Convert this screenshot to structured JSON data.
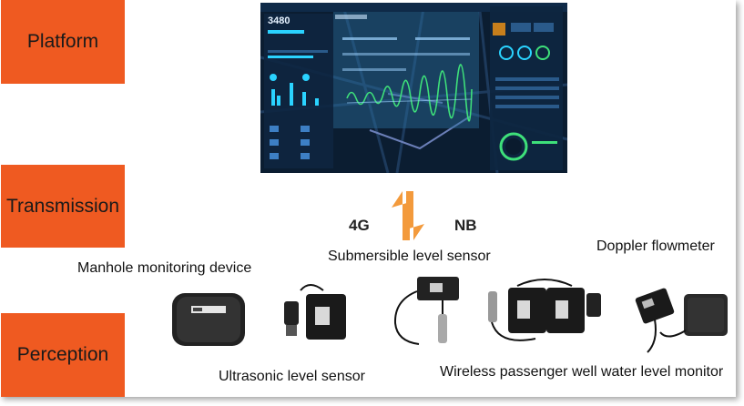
{
  "layers": [
    {
      "label": "Platform"
    },
    {
      "label": "Transmission"
    },
    {
      "label": "Perception"
    }
  ],
  "transmission": {
    "left_protocol": "4G",
    "right_protocol": "NB"
  },
  "dashboard": {
    "headline_value": "3480"
  },
  "devices": {
    "submersible": "Submersible level sensor",
    "doppler": "Doppler flowmeter",
    "manhole": "Manhole monitoring device",
    "ultrasonic": "Ultrasonic level sensor",
    "wireless": "Wireless passenger well water level monitor"
  },
  "colors": {
    "accent": "#ef5a21",
    "dashboard_bg": "#0a1b2e",
    "dashboard_cyan": "#2ad3ff",
    "dashboard_green": "#3ee07a"
  }
}
